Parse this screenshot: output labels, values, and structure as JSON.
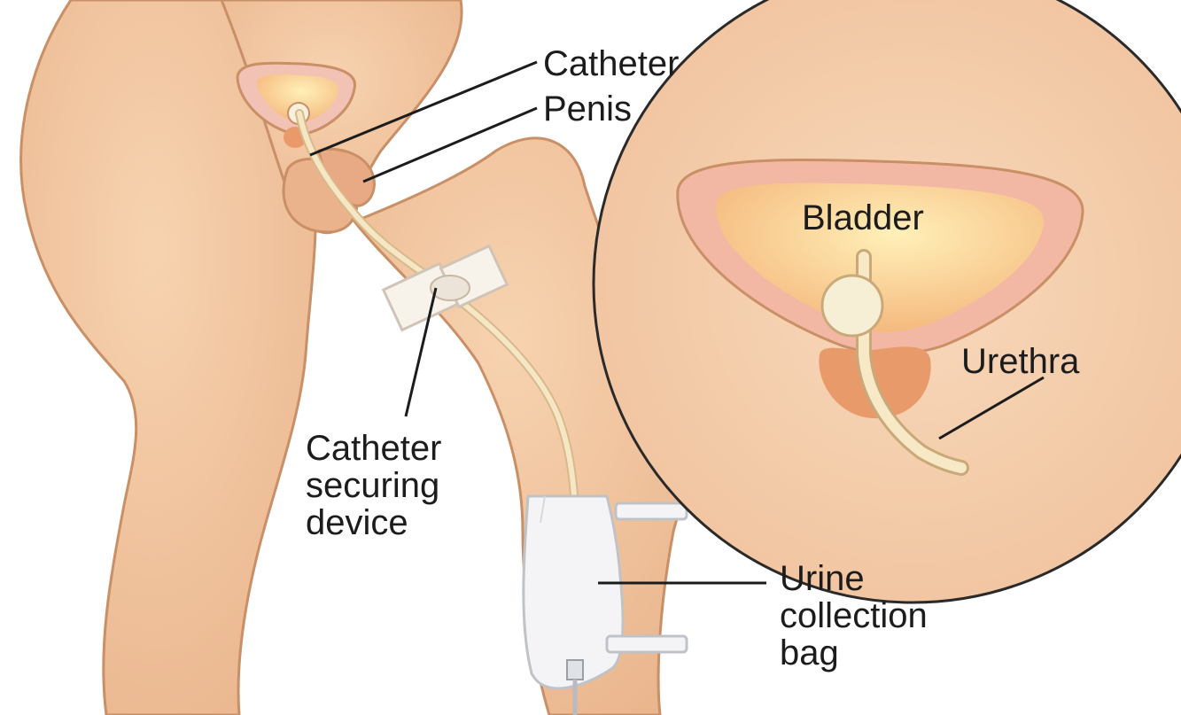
{
  "labels": {
    "catheter": "Catheter",
    "penis": "Penis",
    "bladder": "Bladder",
    "urethra": "Urethra",
    "securing_device": [
      "Catheter",
      "securing",
      "device"
    ],
    "collection_bag": [
      "Urine",
      "collection",
      "bag"
    ]
  },
  "colors": {
    "skin": "#f3c9a2",
    "skin_shadow": "#e2a67f",
    "outline": "#c98f66",
    "bladder_fill": "#f7c98a",
    "bladder_wall": "#f2b8a4",
    "prostate": "#e99a6a",
    "tube": "#f6e7c4",
    "bag": "#f4f4f6",
    "leader": "#1c1c1c"
  }
}
